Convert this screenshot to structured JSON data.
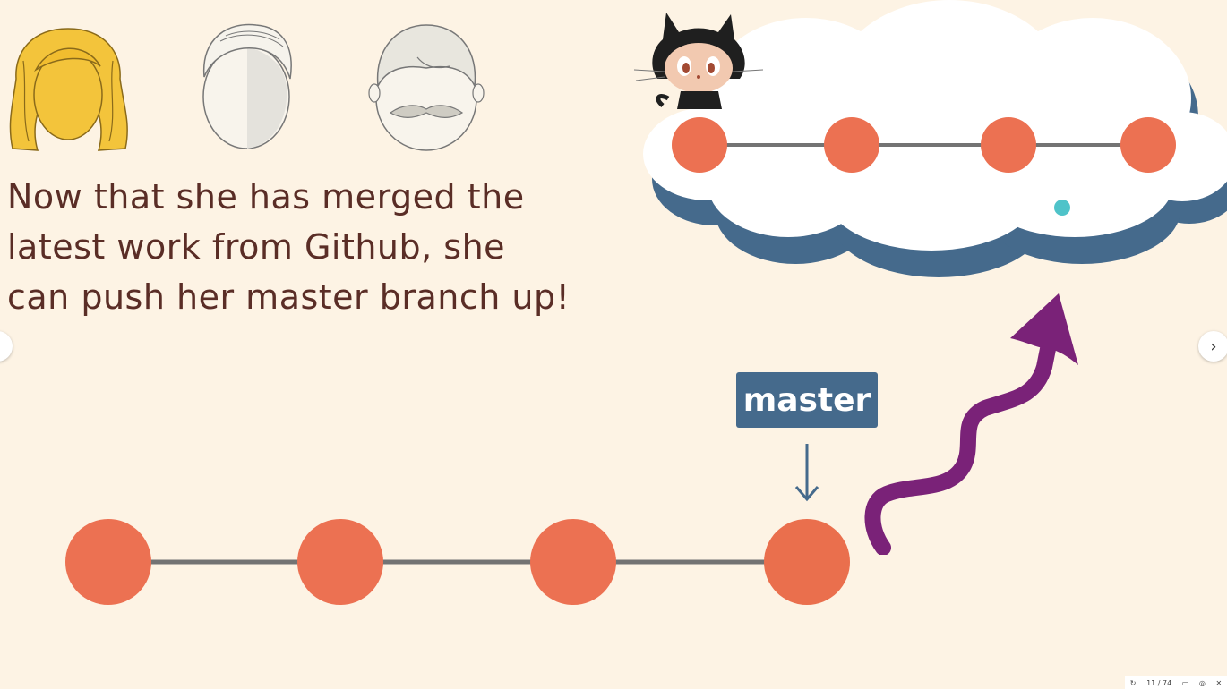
{
  "slide": {
    "caption_lines": [
      "Now that she has merged the",
      "latest work from Github, she",
      "can push her master branch up!"
    ],
    "branch_label": "master"
  },
  "colors": {
    "background": "#fdf3e4",
    "commit": "#ec7152",
    "commit_line": "#737373",
    "label_bg": "#456a8c",
    "arrow_purple": "#7a2278",
    "cloud_shadow": "#456a8c",
    "text": "#5a2d26"
  },
  "icons": {
    "avatar_1": "woman-blonde-avatar-icon",
    "avatar_2": "man-avatar-icon",
    "avatar_3": "mustache-man-avatar-icon",
    "octocat": "github-octocat-icon",
    "cloud": "cloud-icon"
  },
  "navigation": {
    "prev": "‹",
    "next": "›"
  },
  "toolbar": {
    "page_counter": "11 / 74",
    "refresh_icon": "refresh-icon",
    "window_icon": "window-icon",
    "cast_icon": "cast-icon",
    "close_icon": "close-icon"
  }
}
